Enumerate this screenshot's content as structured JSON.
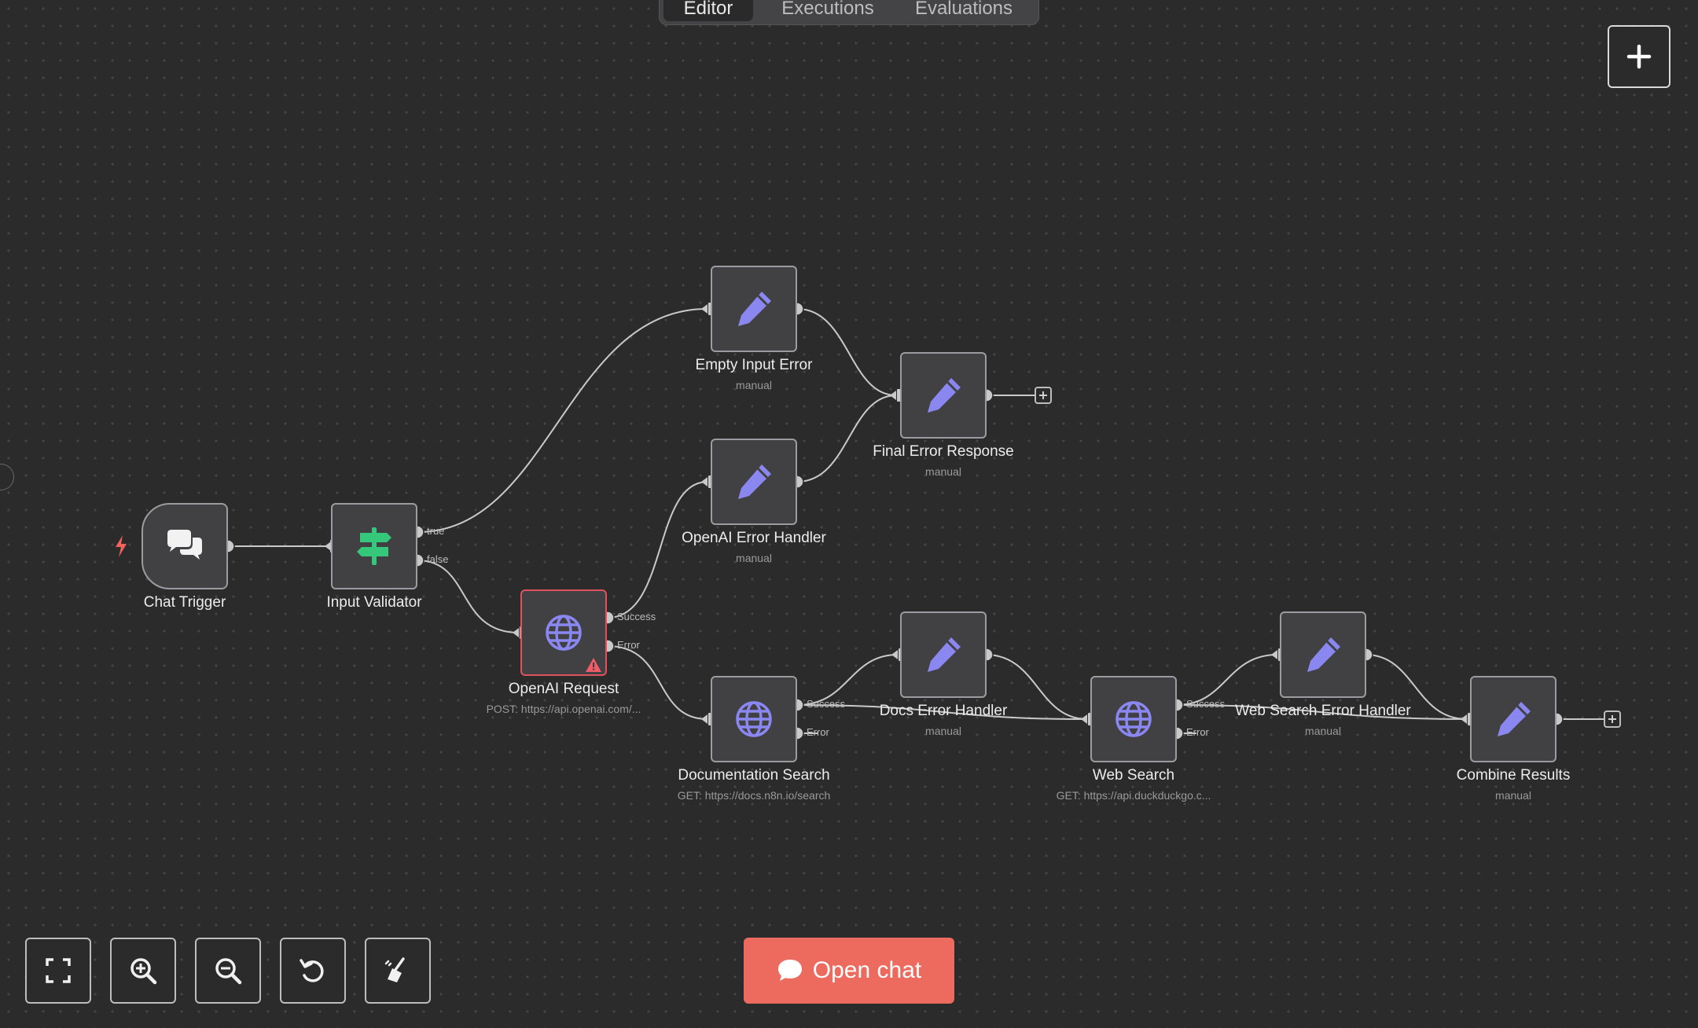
{
  "tabs": [
    {
      "label": "Editor"
    },
    {
      "label": "Executions"
    },
    {
      "label": "Evaluations"
    }
  ],
  "nodes": {
    "chat_trigger": {
      "title": "Chat Trigger",
      "icon": "chat-bubbles-icon"
    },
    "input_validator": {
      "title": "Input Validator",
      "icon": "signpost-icon"
    },
    "openai_request": {
      "title": "OpenAI Request",
      "subtitle": "POST: https://api.openai.com/...",
      "icon": "globe-icon",
      "status": "warning"
    },
    "empty_input_error": {
      "title": "Empty Input Error",
      "subtitle": "manual",
      "icon": "pencil-icon"
    },
    "final_error_response": {
      "title": "Final Error Response",
      "subtitle": "manual",
      "icon": "pencil-icon"
    },
    "openai_error_handler": {
      "title": "OpenAI Error Handler",
      "subtitle": "manual",
      "icon": "pencil-icon"
    },
    "documentation_search": {
      "title": "Documentation Search",
      "subtitle": "GET: https://docs.n8n.io/search",
      "icon": "globe-icon"
    },
    "docs_error_handler": {
      "title": "Docs Error Handler",
      "subtitle": "manual",
      "icon": "pencil-icon"
    },
    "web_search": {
      "title": "Web Search",
      "subtitle": "GET: https://api.duckduckgo.c...",
      "icon": "globe-icon"
    },
    "web_search_error_handler": {
      "title": "Web Search Error Handler",
      "subtitle": "manual",
      "icon": "pencil-icon"
    },
    "combine_results": {
      "title": "Combine Results",
      "subtitle": "manual",
      "icon": "pencil-icon"
    }
  },
  "ports": {
    "true": "true",
    "false": "false",
    "success": "Success",
    "error": "Error"
  },
  "controls": {
    "open_chat": "Open chat",
    "tools": [
      "fit-view-icon",
      "zoom-in-icon",
      "zoom-out-icon",
      "reset-zoom-icon",
      "tidy-up-icon"
    ]
  },
  "colors": {
    "canvas": "#2b2b2b",
    "node_fill": "#414144",
    "node_border": "#9c9ca0",
    "error_border": "#e0525e",
    "icon_purple": "#8b87f0",
    "icon_green": "#35c77a",
    "open_chat_bg": "#ec6a5e",
    "trigger_bolt": "#f0625b"
  }
}
